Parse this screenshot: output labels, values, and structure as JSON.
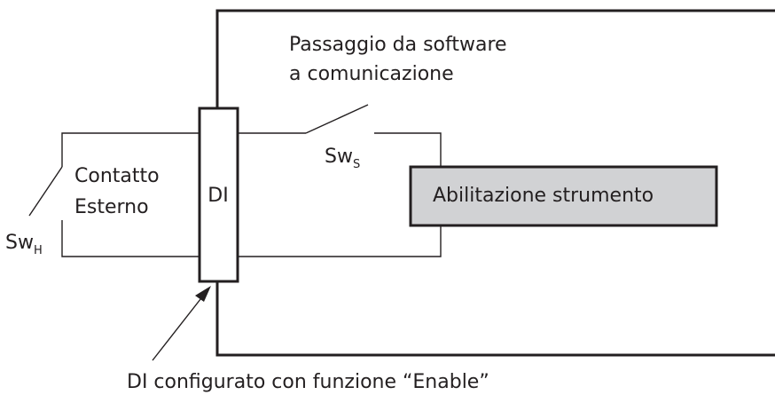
{
  "labels": {
    "switch_software_line1": "Passaggio da software",
    "switch_software_line2": "a comunicazione",
    "switch_software_name": "Sw",
    "switch_software_sub": "S",
    "external_contact_line1": "Contatto",
    "external_contact_line2": "Esterno",
    "switch_hardware_name": "Sw",
    "switch_hardware_sub": "H",
    "digital_input": "DI",
    "enable_block": "Abilitazione strumento",
    "di_caption": "DI configurato con funzione “Enable”"
  },
  "colors": {
    "line": "#231f20",
    "enable_block_fill": "#d1d2d4",
    "background": "#ffffff"
  }
}
